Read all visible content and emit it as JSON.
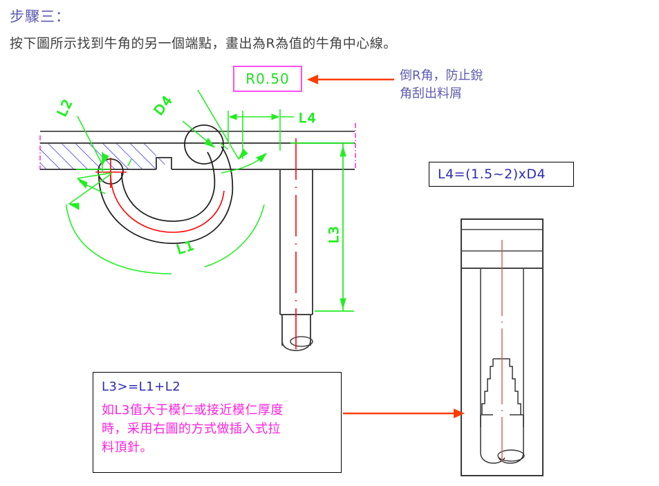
{
  "slide": {
    "title": "步驟三：",
    "instruction": "按下圖所示找到牛角的另一個端點，畫出為R為值的牛角中心線。"
  },
  "callouts": {
    "radius_box": {
      "value": "R0.50",
      "border_color": "#ff4df0",
      "text_color": "#22dd22"
    },
    "radius_note": {
      "line1": "倒R角，防止銳",
      "line2": "角刮出料屑",
      "text_color": "#5b5bb0"
    },
    "formula_box": {
      "text": "L4=(1.5~2)xD4",
      "text_color": "#2b2bb5"
    },
    "condition_box": {
      "heading": "L3>=L1+L2",
      "heading_color": "#2b2bb5",
      "line1": "如L3值大于模仁或接近模仁厚度",
      "line2": "時，采用右圖的方式做插入式拉",
      "line3": "料頂針。",
      "body_color": "#ff22dd"
    }
  },
  "drawing": {
    "dimension_labels": {
      "l1": "L1",
      "l2": "L2",
      "l3": "L3",
      "l4": "L4",
      "d4": "D4"
    },
    "colors": {
      "dimension": "#22ee22",
      "centerline": "#ff0000",
      "outline": "#404040",
      "hatch": "#2222ee",
      "plate_centerline": "#ff33dd",
      "arrow": "#ff3c00"
    }
  }
}
